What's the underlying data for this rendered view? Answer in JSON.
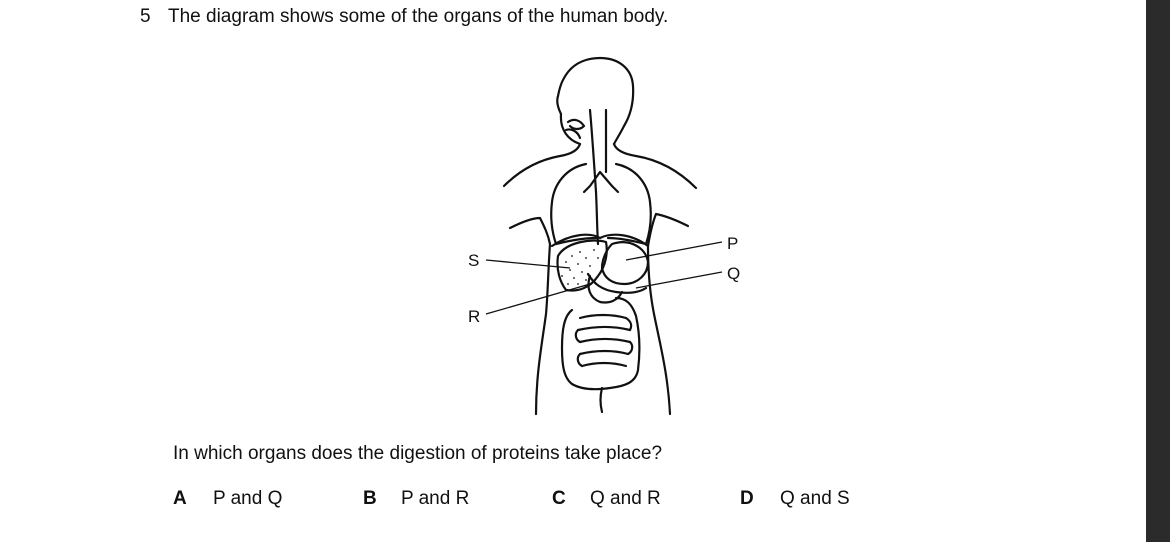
{
  "question": {
    "number": "5",
    "stem": "The diagram shows some of the organs of the human body.",
    "prompt": "In which organs does the digestion of proteins take place?"
  },
  "diagram": {
    "labels": {
      "p": "P",
      "q": "Q",
      "r": "R",
      "s": "S"
    }
  },
  "options": [
    {
      "letter": "A",
      "text": "P and Q"
    },
    {
      "letter": "B",
      "text": "P and R"
    },
    {
      "letter": "C",
      "text": "Q and R"
    },
    {
      "letter": "D",
      "text": "Q and S"
    }
  ]
}
